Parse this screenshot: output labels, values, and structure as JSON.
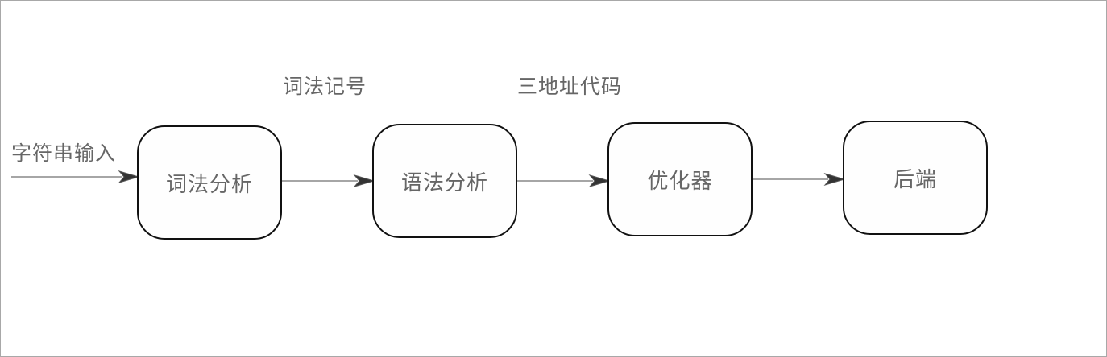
{
  "diagram": {
    "type": "compiler-pipeline-flowchart",
    "colors": {
      "node_border": "#111111",
      "text": "#666666",
      "arrow": "#777777",
      "frame": "#a8a8a8"
    },
    "input_label": "字符串输入",
    "nodes": [
      {
        "id": "lexer",
        "label": "词法分析"
      },
      {
        "id": "parser",
        "label": "语法分析"
      },
      {
        "id": "optimizer",
        "label": "优化器"
      },
      {
        "id": "backend",
        "label": "后端"
      }
    ],
    "edges": [
      {
        "from": "input",
        "to": "lexer",
        "label": ""
      },
      {
        "from": "lexer",
        "to": "parser",
        "label": "词法记号"
      },
      {
        "from": "parser",
        "to": "optimizer",
        "label": "三地址代码"
      },
      {
        "from": "optimizer",
        "to": "backend",
        "label": ""
      }
    ]
  }
}
